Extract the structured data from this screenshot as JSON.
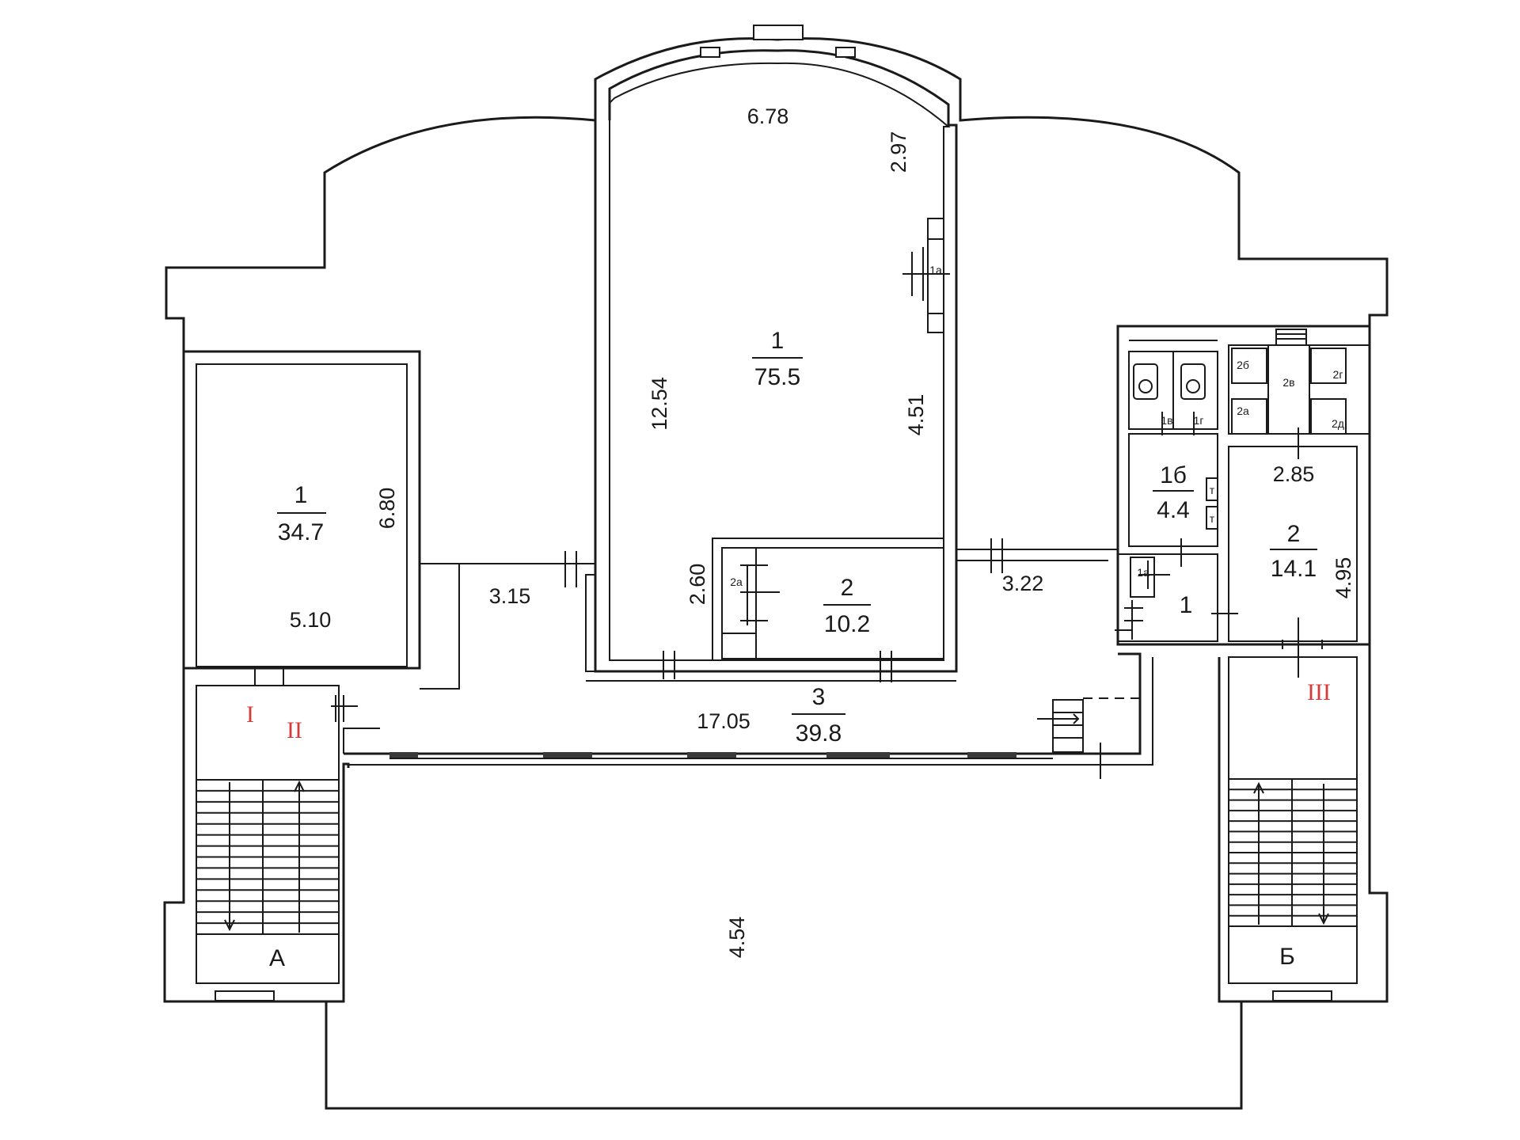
{
  "colors": {
    "line": "#1a1a1a",
    "section_marks": "#d43b3b",
    "background": "#ffffff"
  },
  "rooms": [
    {
      "id": "left-office",
      "number": "1",
      "area": "34.7"
    },
    {
      "id": "main-hall",
      "number": "1",
      "area": "75.5"
    },
    {
      "id": "small-office",
      "number": "2",
      "area": "10.2"
    },
    {
      "id": "corridor",
      "number": "3",
      "area": "39.8"
    },
    {
      "id": "wc-lobby",
      "number": "1б",
      "area": "4.4"
    },
    {
      "id": "right-office",
      "number": "2",
      "area": "14.1"
    },
    {
      "id": "vestibule",
      "number": "1"
    }
  ],
  "dimensions": {
    "hall_top": "6.78",
    "hall_top_right": "2.97",
    "hall_left": "12.54",
    "hall_right": "4.51",
    "left_office_height": "6.80",
    "left_office_width": "5.10",
    "passage_left": "3.15",
    "small_office_height": "2.60",
    "passage_right": "3.22",
    "right_office_width": "2.85",
    "right_office_height": "4.95",
    "corridor_length": "17.05",
    "terrace": "4.54"
  },
  "small_labels": {
    "niche_1a": "1а",
    "closet_2a": "2а",
    "wc_1v": "1в",
    "wc_1g": "1г",
    "wc_1a": "1а",
    "wc_2b": "2б",
    "wc_2v": "2в",
    "wc_2g": "2г",
    "wc_2a": "2а",
    "wc_2d": "2д",
    "toilet_t1": "т",
    "toilet_t2": "т"
  },
  "section_marks": [
    "I",
    "II",
    "III"
  ],
  "stairs": [
    "А",
    "Б"
  ]
}
